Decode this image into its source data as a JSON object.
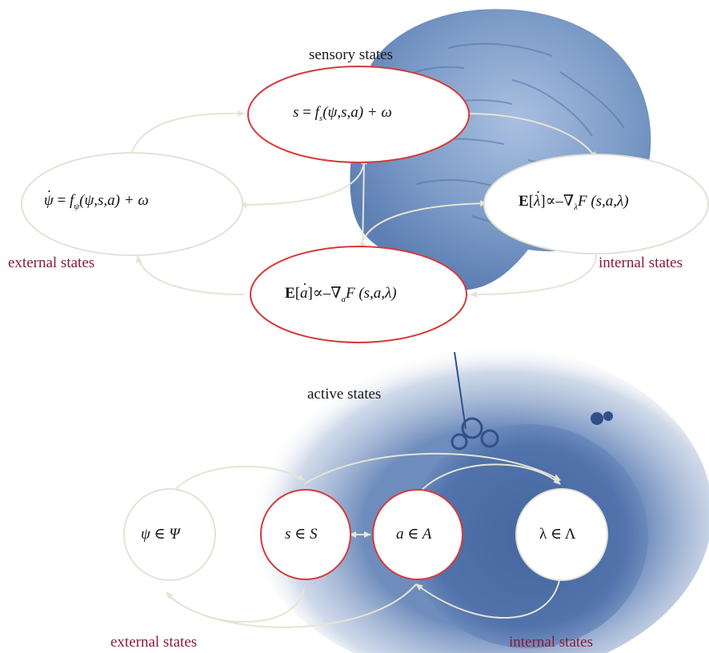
{
  "top_diagram": {
    "labels": {
      "sensory": "sensory states",
      "external": "external states",
      "internal": "internal states"
    },
    "equations": {
      "sensory": {
        "lhs": "s",
        "f": "f",
        "sub": "s",
        "args": "(ψ,s,a)",
        "noise": "+ ω"
      },
      "external": {
        "lhs": "ψ",
        "f": "f",
        "sub": "ψ",
        "args": "(ψ,s,a)",
        "noise": "+ ω"
      },
      "internal": {
        "E": "E",
        "var": "λ",
        "prop": "∝–∇",
        "sub": "λ",
        "F": "F",
        "args": "(s,a,λ)"
      },
      "active": {
        "E": "E",
        "var": "a",
        "prop": "∝–∇",
        "sub": "a",
        "F": "F",
        "args": "(s,a,λ)"
      }
    }
  },
  "bottom_diagram": {
    "labels": {
      "active": "active states",
      "external": "external states",
      "internal": "internal states"
    },
    "nodes": {
      "external": "ψ ∈ Ψ",
      "sensory": "s ∈ S",
      "active": "a ∈ A",
      "internal": "λ ∈ Λ"
    }
  },
  "colors": {
    "red_node": "#d63a3a",
    "grey_node": "#e4e2d6",
    "red_label": "#8b1a3a",
    "brain": "#7d9cc8",
    "cell": "#4e72ad"
  }
}
